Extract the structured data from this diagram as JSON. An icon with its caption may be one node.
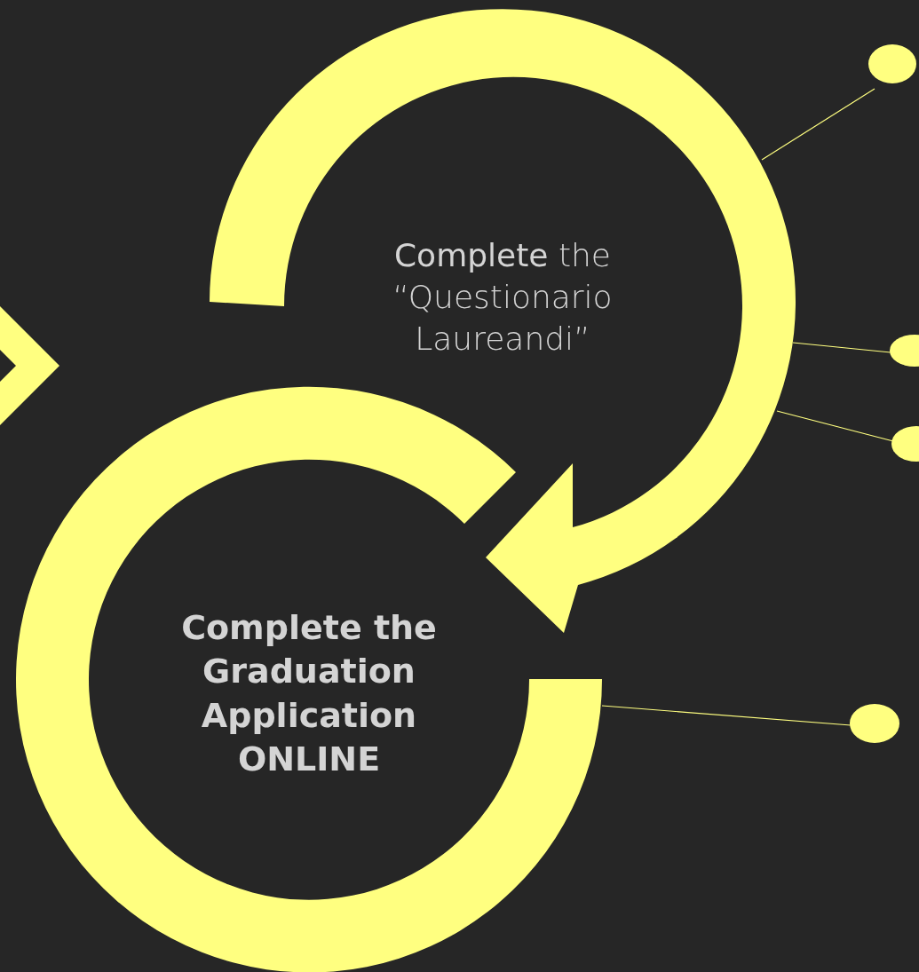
{
  "diagram": {
    "nodes": [
      {
        "text": [
          "**Complete** the “Questionario Laureandi”"
        ]
      },
      {
        "text": [
          "Complete the Graduation Application ONLINE"
        ]
      },
      {
        "text": [],
        "shape": "circle"
      },
      {
        "text": [],
        "shape": "circle"
      },
      {
        "text": [],
        "shape": "circle"
      },
      {
        "text": [],
        "shape": "circle"
      }
    ],
    "edges": [
      {
        "from": 0,
        "to": 2,
        "arrow": "none"
      },
      {
        "from": 0,
        "to": 3,
        "arrow": "none"
      },
      {
        "from": 0,
        "to": 4,
        "arrow": "none"
      },
      {
        "from": 1,
        "to": 5,
        "arrow": "none"
      }
    ]
  }
}
